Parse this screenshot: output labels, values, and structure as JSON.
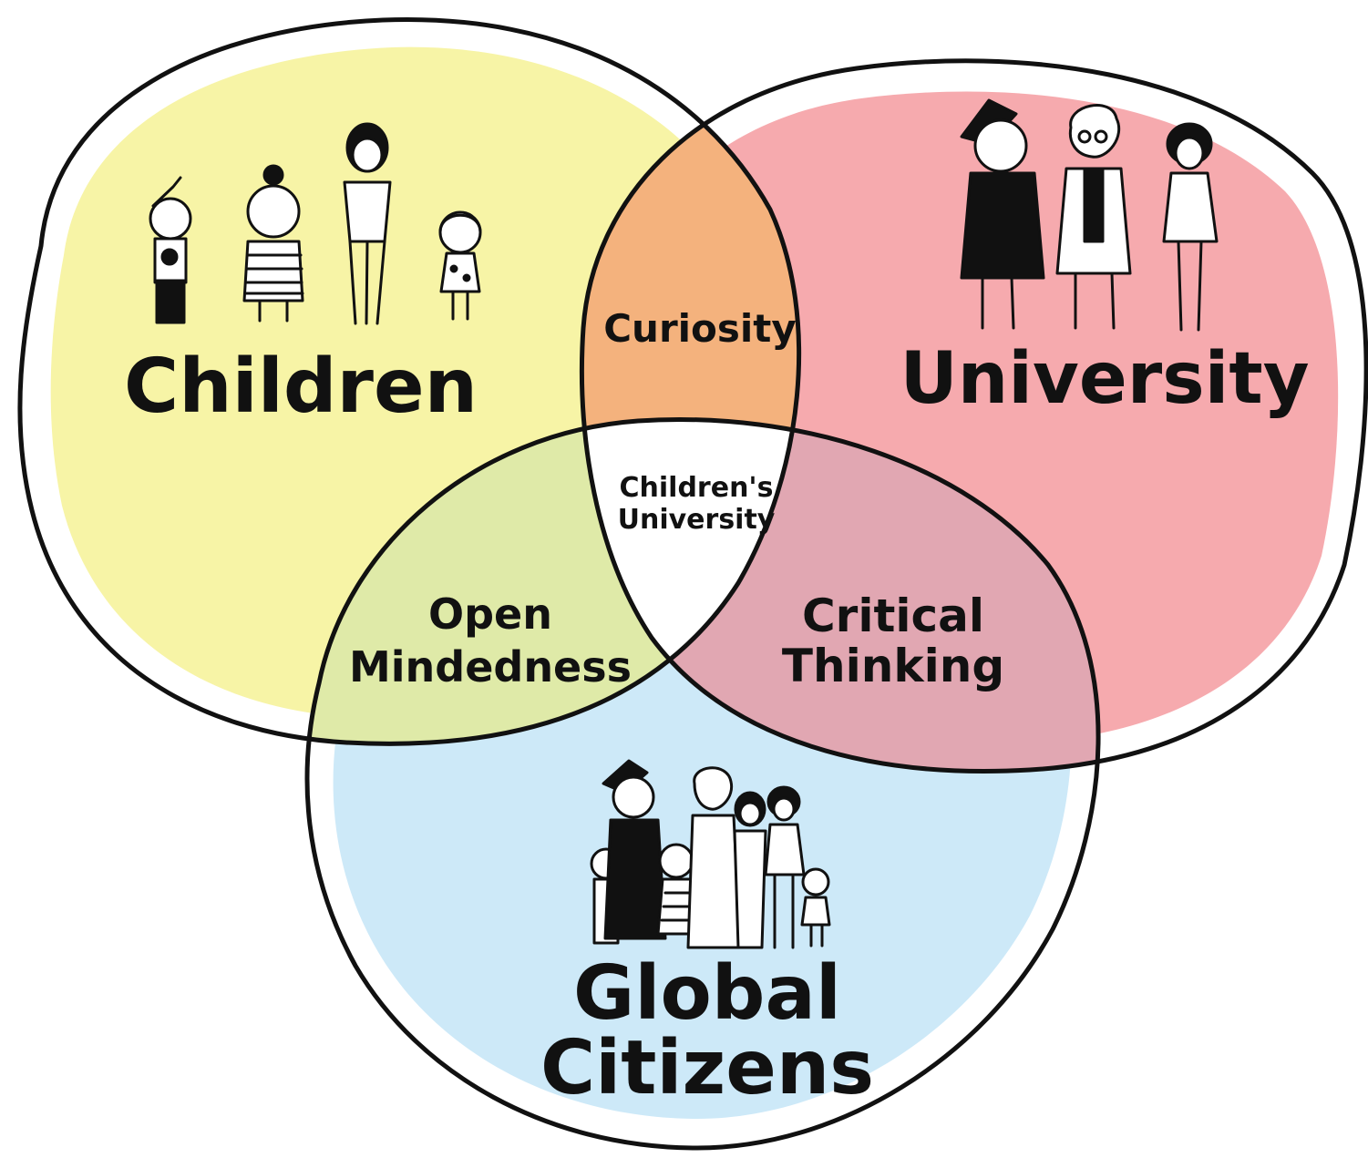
{
  "diagram": {
    "type": "venn",
    "sets": [
      {
        "id": "children",
        "label": "Children",
        "color": "#f7f4a6"
      },
      {
        "id": "university",
        "label": "University",
        "color": "#f6aaae"
      },
      {
        "id": "global",
        "label_line1": "Global",
        "label_line2": "Citizens",
        "color": "#cde9f8"
      }
    ],
    "overlaps": {
      "children_university": "Curiosity",
      "children_global_line1": "Open",
      "children_global_line2": "Mindedness",
      "university_global_line1": "Critical",
      "university_global_line2": "Thinking",
      "center_line1": "Children's",
      "center_line2": "University"
    },
    "colors": {
      "curiosity": "#f4b27d",
      "open_mindedness": "#dfeaa8",
      "critical_thinking": "#e1a7b2",
      "center": "#ffffff",
      "outline": "#111111"
    },
    "icons": {
      "children_group": "children-figures-icon",
      "university_group": "university-figures-icon",
      "global_group": "crowd-figures-icon"
    }
  }
}
